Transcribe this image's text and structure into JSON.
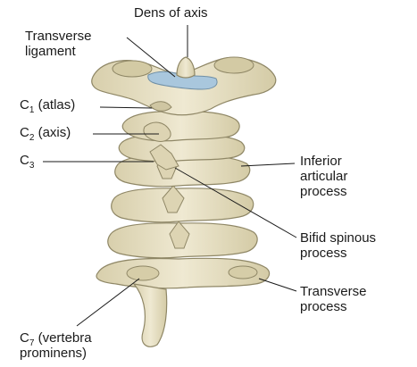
{
  "labels": {
    "dens": "Dens of axis",
    "transverse_ligament_1": "Transverse",
    "transverse_ligament_2": "ligament",
    "c1_prefix": "C",
    "c1_sub": "1",
    "c1_rest": " (atlas)",
    "c2_prefix": "C",
    "c2_sub": "2",
    "c2_rest": " (axis)",
    "c3_prefix": "C",
    "c3_sub": "3",
    "inferior_1": "Inferior",
    "inferior_2": "articular",
    "inferior_3": "process",
    "bifid_1": "Bifid spinous",
    "bifid_2": "process",
    "transverse_process_1": "Transverse",
    "transverse_process_2": "process",
    "c7_prefix": "C",
    "c7_sub": "7",
    "c7_rest": " (vertebra",
    "c7_line2": "prominens)"
  },
  "colors": {
    "bone": "#e9e3c9",
    "bone_shadow": "#cfc6a2",
    "bone_outline": "#8f8766",
    "ligament": "#a9c7dd",
    "leader_line": "#1a1a1a",
    "text": "#1a1a1a"
  }
}
